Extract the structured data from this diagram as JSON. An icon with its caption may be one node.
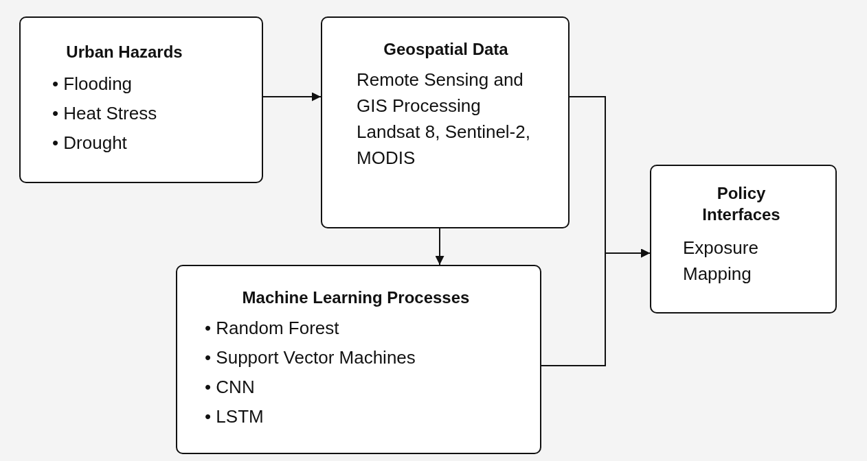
{
  "diagram": {
    "nodes": [
      {
        "text": [
          "Urban Hazards",
          "• Flooding",
          "• Heat Stress",
          "• Drought"
        ]
      },
      {
        "text": [
          "Geospatial Data",
          "Remote Sensing and GIS Processing",
          "Landsat 8, Sentinel-2, MODIS"
        ]
      },
      {
        "text": [
          "Machine Learning Processes",
          "• Random Forest",
          "• Support Vector Machines",
          "• CNN",
          "• LSTM"
        ]
      },
      {
        "text": [
          "Policy Interfaces",
          "Exposure Mapping"
        ]
      }
    ],
    "edges": [
      {
        "from": 0,
        "to": 1,
        "arrow": "to"
      },
      {
        "from": 1,
        "to": 2,
        "arrow": "to"
      },
      {
        "from": 1,
        "to": 3,
        "arrow": "to"
      },
      {
        "from": 2,
        "to": 3,
        "arrow": "to"
      }
    ]
  }
}
